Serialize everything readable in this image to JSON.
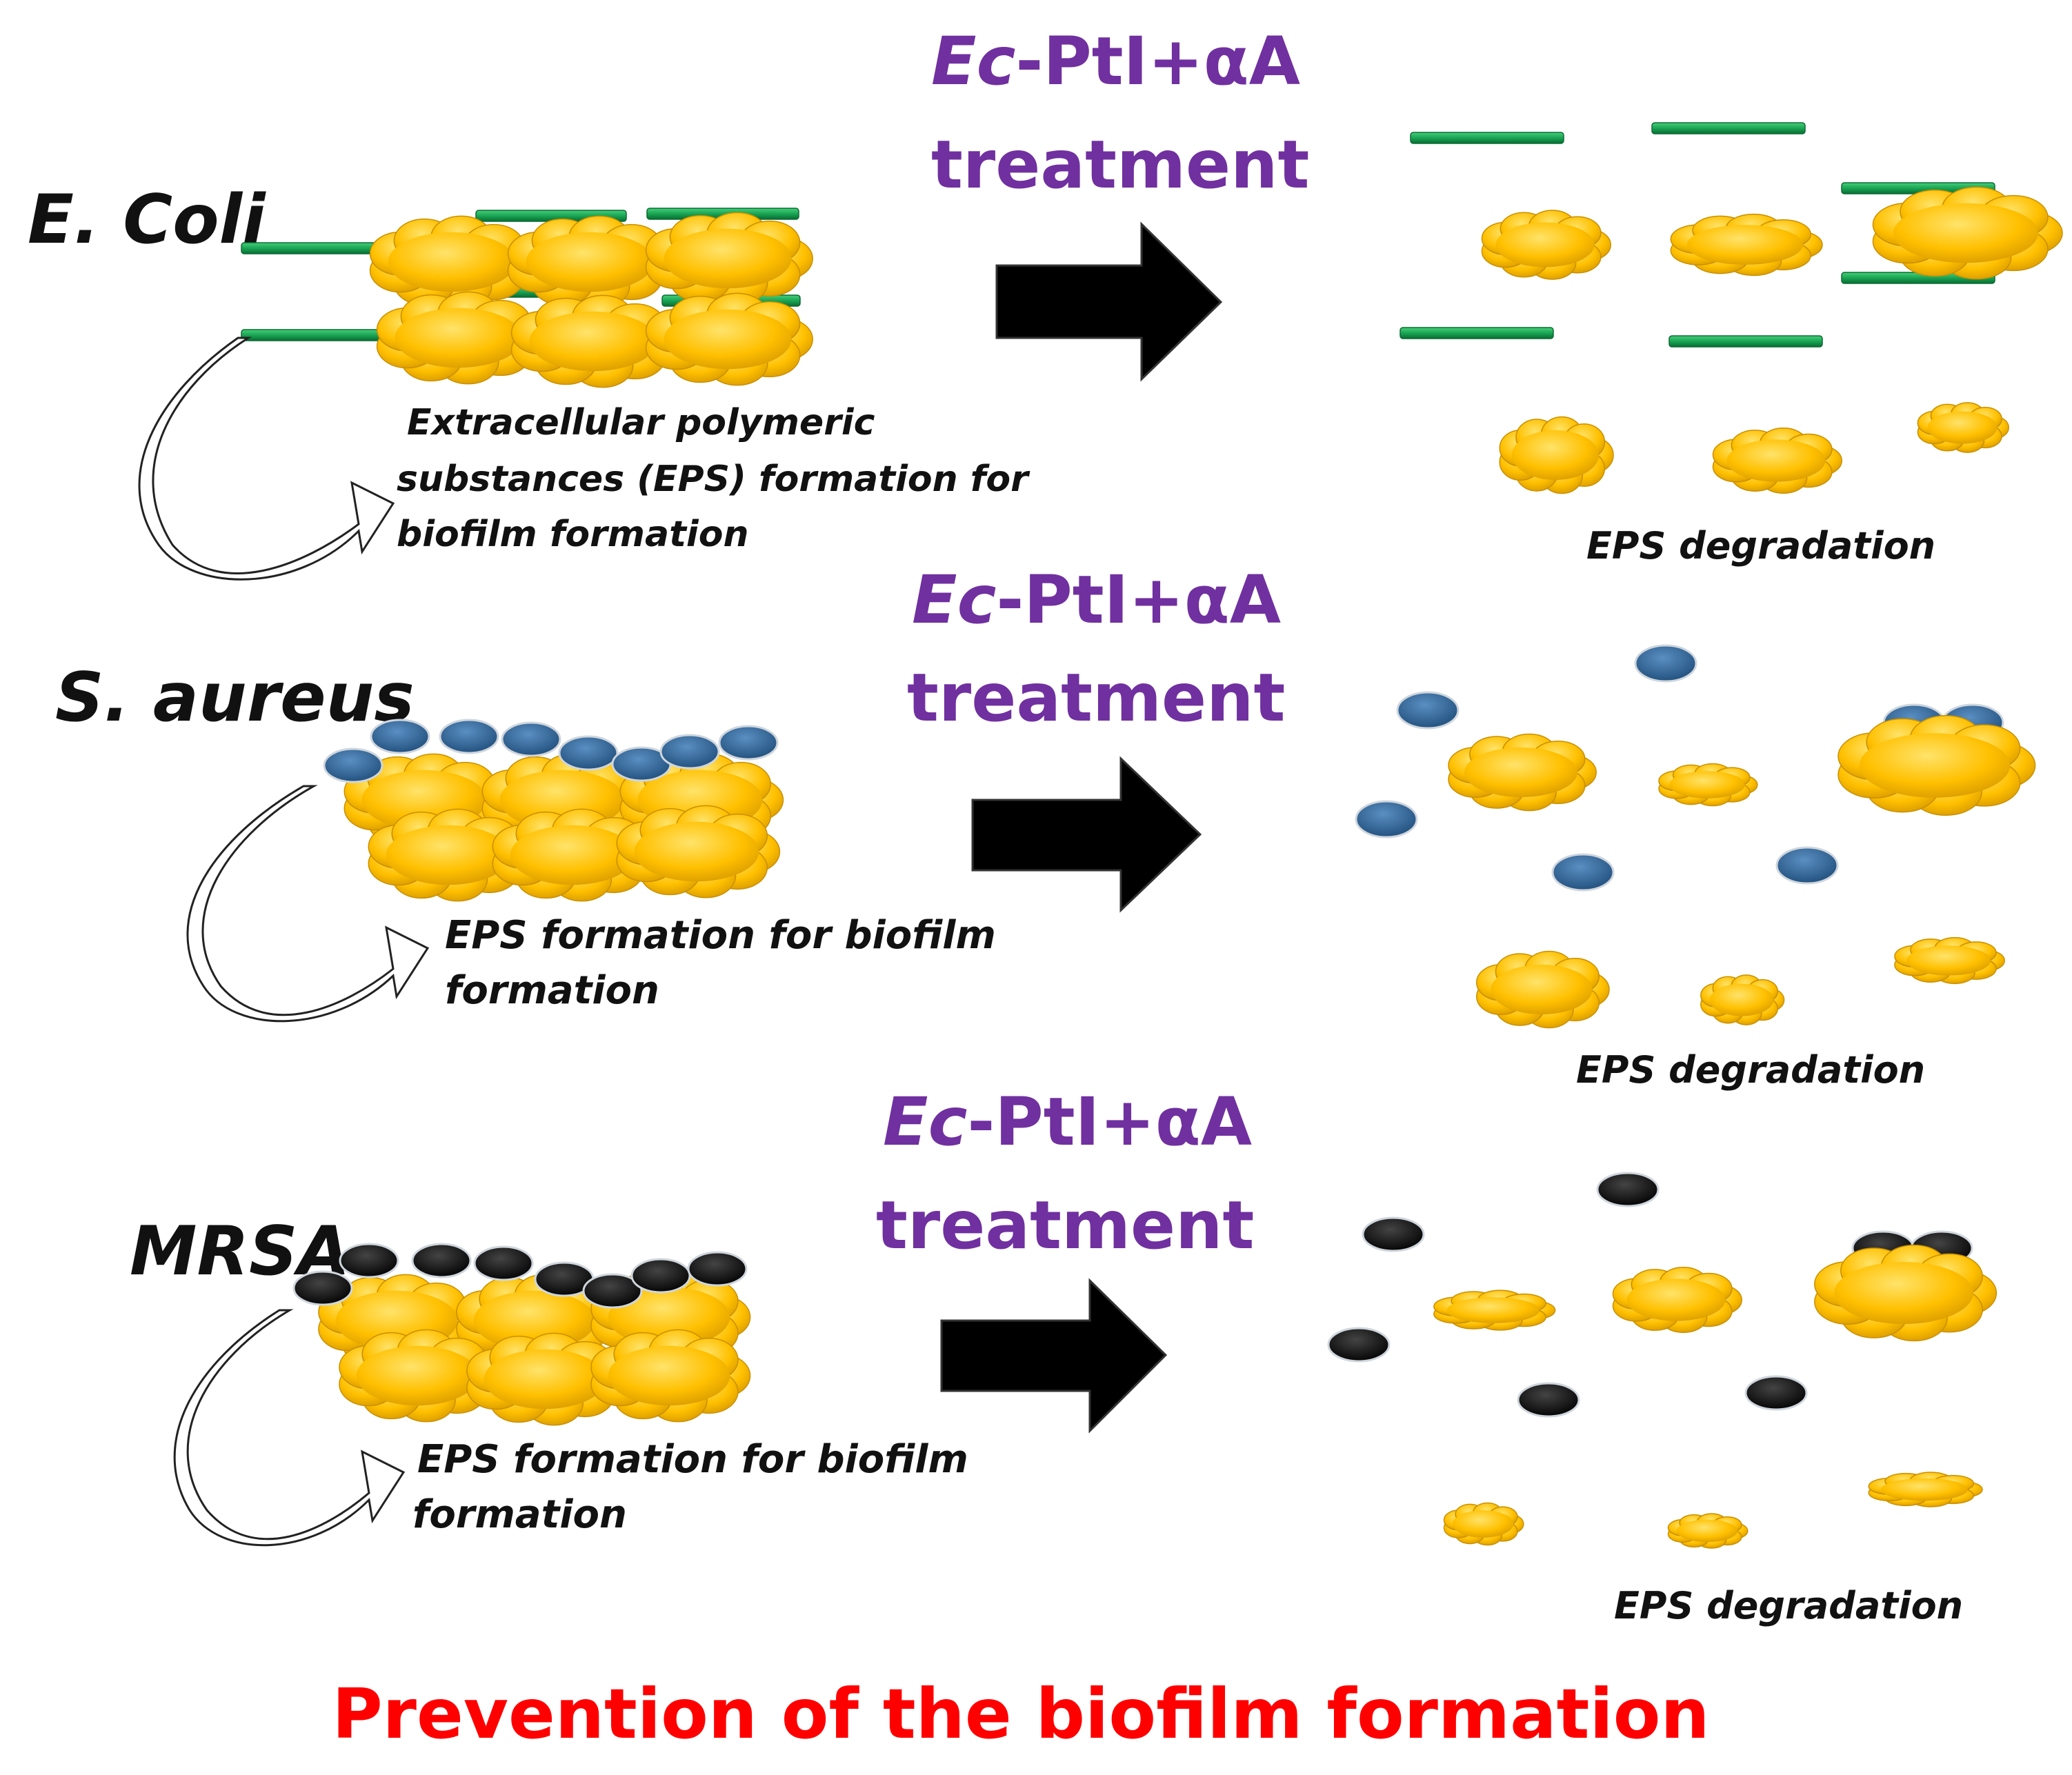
{
  "rows": [
    {
      "organism": "E. Coli",
      "organism_italic": true,
      "treatment_prefix": "Ec",
      "treatment_suffix": "-PtI+αA",
      "treatment_line2": "treatment",
      "note_lines": [
        "Extracellular polymeric",
        "substances (EPS) formation  for",
        "biofilm formation"
      ],
      "result": "EPS degradation",
      "cell_shape": "rod",
      "cell_color": "#19a35a"
    },
    {
      "organism": "S. aureus",
      "organism_italic": true,
      "treatment_prefix": "Ec",
      "treatment_suffix": "-PtI+αA",
      "treatment_line2": "treatment",
      "note_lines": [
        "EPS formation for biofilm",
        "formation"
      ],
      "result": "EPS degradation",
      "cell_shape": "coccus",
      "cell_color": "#2e5f8f"
    },
    {
      "organism": "MRSA",
      "organism_italic": true,
      "treatment_prefix": "Ec",
      "treatment_suffix": "-PtI+αA",
      "treatment_line2": "treatment",
      "note_lines": [
        "EPS formation for biofilm",
        "formation"
      ],
      "result": "EPS degradation",
      "cell_shape": "coccus",
      "cell_color": "#0d0d0d"
    }
  ],
  "eps_color": "#ffc000",
  "treatment_color": "#7030a0",
  "footer": "Prevention of the biofilm formation",
  "footer_color": "#ff0000"
}
